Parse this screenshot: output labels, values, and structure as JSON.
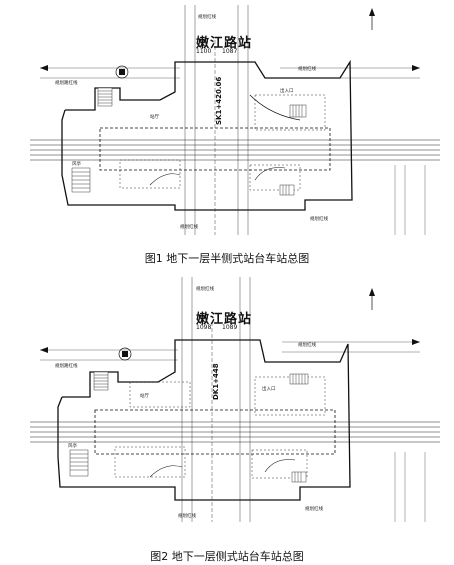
{
  "figure1": {
    "station_name": "嫩江路站",
    "code_left": "1100",
    "code_right": "1087",
    "chainage": "SK1+420.06",
    "caption": "图1   地下一层半侧式站台车站总图",
    "labels": {
      "top_road": "规划红线",
      "left_road": "规划路红线",
      "right_top": "规划红线",
      "exit": "出入口",
      "corridor": "站厅",
      "duct": "风亭",
      "bottom_left": "规划红线",
      "bottom_right": "规划红线"
    }
  },
  "figure2": {
    "station_name": "嫩江路站",
    "code_left": "1098",
    "code_right": "1089",
    "chainage": "DK1+448",
    "caption": "图2   地下一层侧式站台车站总图",
    "labels": {
      "top_road": "规划红线",
      "left_road": "规划路红线",
      "right_top": "规划红线",
      "exit": "出入口",
      "corridor": "站厅",
      "duct": "风亭",
      "bottom_left": "规划红线",
      "bottom_right": "规划红线"
    }
  }
}
